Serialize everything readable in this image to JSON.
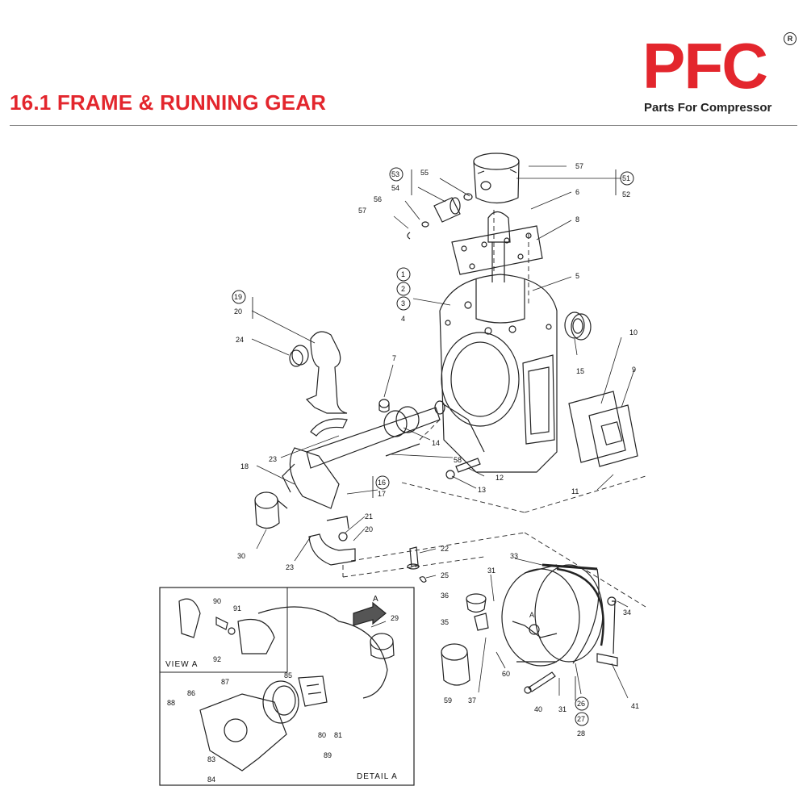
{
  "header": {
    "title": "16.1 FRAME & RUNNING GEAR",
    "logo_text": "PFC",
    "logo_tagline": "Parts For Compressor",
    "registered": "R"
  },
  "colors": {
    "brand_red": "#e3262d",
    "line": "#222222"
  },
  "diagram": {
    "view_a_label": "VIEW A",
    "detail_a_label": "DETAIL A",
    "arrow_label": "A",
    "part_labels": {
      "p57a": "57",
      "p51": "51",
      "p52": "52",
      "p53": "53",
      "p54": "54",
      "p55": "55",
      "p56": "56",
      "p57b": "57",
      "p6": "6",
      "p8": "8",
      "p5": "5",
      "p1": "1",
      "p2": "2",
      "p3": "3",
      "p4": "4",
      "p19": "19",
      "p20a": "20",
      "p24": "24",
      "p7": "7",
      "p15": "15",
      "p10": "10",
      "p9": "9",
      "p23a": "23",
      "p14": "14",
      "p58": "58",
      "p18": "18",
      "p16": "16",
      "p17": "17",
      "p12": "12",
      "p13": "13",
      "p11": "11",
      "p21": "21",
      "p20b": "20",
      "p30": "30",
      "p23b": "23",
      "p22": "22",
      "p25": "25",
      "p33": "33",
      "p31a": "31",
      "p36": "36",
      "p35": "35",
      "p34": "34",
      "p29": "29",
      "p90": "90",
      "p91": "91",
      "p92": "92",
      "p87": "87",
      "p86": "86",
      "p85": "85",
      "p88": "88",
      "p60": "60",
      "p59": "59",
      "p37": "37",
      "p40": "40",
      "p31b": "31",
      "p26": "26",
      "p27": "27",
      "p28": "28",
      "p41": "41",
      "p80": "80",
      "p81": "81",
      "p83": "83",
      "p84": "84",
      "p89": "89",
      "pA": "A"
    }
  }
}
